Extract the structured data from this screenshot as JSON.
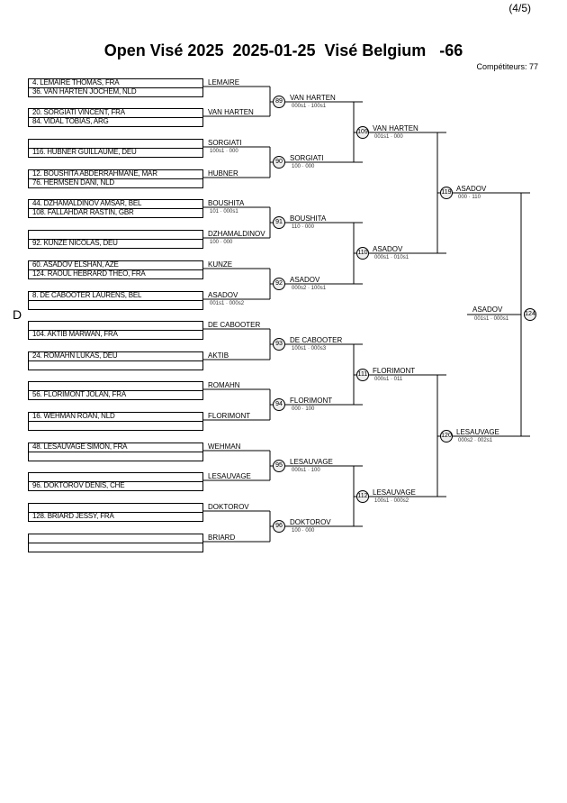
{
  "header": {
    "page": "(4/5)",
    "title": "Open Visé 2025  2025-01-25  Visé Belgium   -66",
    "competitors": "Compétiteurs: 77"
  },
  "pool_letter": "D",
  "players": [
    "4. LEMAIRE THOMAS, FRA",
    "36. VAN HARTEN JOCHEM, NLD",
    "20. SORGIATI VINCENT, FRA",
    "84. VIDAL TOBIAS, ARG",
    "",
    "116. HUBNER GUILLAUME, DEU",
    "12. BOUSHITA ABDERRAHMANE, MAR",
    "76. HERMSEN DANI, NLD",
    "44. DZHAMALDINOV AMSAR, BEL",
    "108. FALLAHDAR RASTIN, GBR",
    "",
    "92. KUNZE NICOLAS, DEU",
    "60. ASADOV ELSHAN, AZE",
    "124. RAOUL HEBRARD THEO, FRA",
    "8. DE CABOOTER LAURENS, BEL",
    "",
    "",
    "104. AKTIB MARWAN, FRA",
    "24. ROMAHN LUKAS, DEU",
    "",
    "",
    "56. FLORIMONT JOLAN, FRA",
    "16. WEHMAN ROAN, NLD",
    "",
    "48. LESAUVAGE SIMON, FRA",
    "",
    "",
    "96. DOKTOROV DENIS, CHE",
    "",
    "128. BRIARD JESSY, FRA"
  ],
  "round1": [
    {
      "name": "LEMAIRE",
      "score": ""
    },
    {
      "name": "VAN HARTEN",
      "score": ""
    },
    {
      "name": "SORGIATI",
      "score": "100s1 · 000"
    },
    {
      "name": "HUBNER",
      "score": ""
    },
    {
      "name": "BOUSHITA",
      "score": "101 · 000s1"
    },
    {
      "name": "DZHAMALDINOV",
      "score": "100 · 000"
    },
    {
      "name": "KUNZE",
      "score": ""
    },
    {
      "name": "ASADOV",
      "score": "001s1 · 000s2"
    },
    {
      "name": "DE CABOOTER",
      "score": ""
    },
    {
      "name": "AKTIB",
      "score": ""
    },
    {
      "name": "ROMAHN",
      "score": ""
    },
    {
      "name": "FLORIMONT",
      "score": ""
    },
    {
      "name": "WEHMAN",
      "score": ""
    },
    {
      "name": "LESAUVAGE",
      "score": ""
    },
    {
      "name": "DOKTOROV",
      "score": ""
    },
    {
      "name": "BRIARD",
      "score": ""
    }
  ],
  "round2": [
    {
      "id": "89",
      "name": "VAN HARTEN",
      "score": "000s1 · 100s1"
    },
    {
      "id": "90",
      "name": "SORGIATI",
      "score": "100 · 000"
    },
    {
      "id": "91",
      "name": "BOUSHITA",
      "score": "110 · 000"
    },
    {
      "id": "92",
      "name": "ASADOV",
      "score": "000s2 · 100s1"
    },
    {
      "id": "93",
      "name": "DE CABOOTER",
      "score": "100s1 · 000s3"
    },
    {
      "id": "94",
      "name": "FLORIMONT",
      "score": "000 · 100"
    },
    {
      "id": "95",
      "name": "LESAUVAGE",
      "score": "000s1 · 100"
    },
    {
      "id": "96",
      "name": "DOKTOROV",
      "score": "100 · 000"
    }
  ],
  "round3": [
    {
      "id": "109",
      "name": "VAN HARTEN",
      "score": "001s1 · 000"
    },
    {
      "id": "110",
      "name": "ASADOV",
      "score": "000s1 · 010s1"
    },
    {
      "id": "111",
      "name": "FLORIMONT",
      "score": "000s1 · 011"
    },
    {
      "id": "112",
      "name": "LESAUVAGE",
      "score": "100s1 · 000s2"
    }
  ],
  "round4": [
    {
      "id": "119",
      "name": "ASADOV",
      "score": "000 · 110"
    },
    {
      "id": "120",
      "name": "LESAUVAGE",
      "score": "000s2 · 002s1"
    }
  ],
  "final": {
    "id": "124",
    "name": "ASADOV",
    "score": "001s1 · 000s1"
  }
}
